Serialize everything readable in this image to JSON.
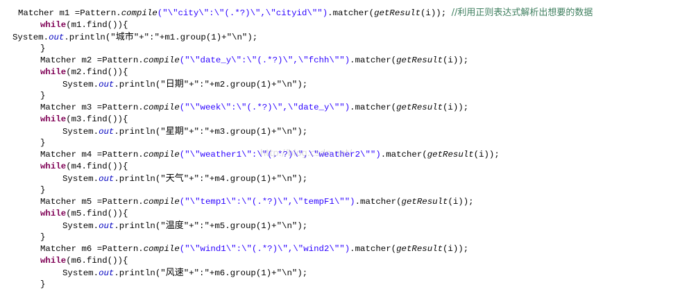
{
  "code": {
    "line1": {
      "a": "Matcher m1 =Pattern.",
      "method": "compile",
      "str": "(\"\\\"city\\\":\\\"(.*?)\\\",\\\"cityid\\\"\")",
      "b": ".matcher(",
      "call": "getResult",
      "c": "(i)); ",
      "comment": "//利用正则表达式解析出想要的数据"
    },
    "line2": {
      "kw": "while",
      "rest": "(m1.find()){"
    },
    "line3": {
      "a": "System.",
      "field": "out",
      "b": ".println(\"",
      "cn": "城市",
      "c": "\"+\":\"+m1.group(1)+\"\\n\");"
    },
    "close1": "}",
    "line5": {
      "a": "Matcher m2 =Pattern.",
      "method": "compile",
      "str": "(\"\\\"date_y\\\":\\\"(.*?)\\\",\\\"fchh\\\"\")",
      "b": ".matcher(",
      "call": "getResult",
      "c": "(i));"
    },
    "line6": {
      "kw": "while",
      "rest": "(m2.find()){"
    },
    "line7": {
      "a": "System.",
      "field": "out",
      "b": ".println(\"",
      "cn": "日期",
      "c": "\"+\":\"+m2.group(1)+\"\\n\");"
    },
    "close2": "}",
    "line9": {
      "a": "Matcher m3 =Pattern.",
      "method": "compile",
      "str": "(\"\\\"week\\\":\\\"(.*?)\\\",\\\"date_y\\\"\")",
      "b": ".matcher(",
      "call": "getResult",
      "c": "(i));"
    },
    "line10": {
      "kw": "while",
      "rest": "(m3.find()){"
    },
    "line11": {
      "a": "System.",
      "field": "out",
      "b": ".println(\"",
      "cn": "星期",
      "c": "\"+\":\"+m3.group(1)+\"\\n\");"
    },
    "close3": "}",
    "line13": {
      "a": "Matcher m4 =Pattern.",
      "method": "compile",
      "str": "(\"\\\"weather1\\\":\\\"(.*?)\\\",\\\"weather2\\\"\")",
      "b": ".matcher(",
      "call": "getResult",
      "c": "(i));"
    },
    "line14": {
      "kw": "while",
      "rest": "(m4.find()){"
    },
    "line15": {
      "a": "System.",
      "field": "out",
      "b": ".println(\"",
      "cn": "天气",
      "c": "\"+\":\"+m4.group(1)+\"\\n\");"
    },
    "close4": "}",
    "line17": {
      "a": "Matcher m5 =Pattern.",
      "method": "compile",
      "str": "(\"\\\"temp1\\\":\\\"(.*?)\\\",\\\"tempF1\\\"\")",
      "b": ".matcher(",
      "call": "getResult",
      "c": "(i));"
    },
    "line18": {
      "kw": "while",
      "rest": "(m5.find()){"
    },
    "line19": {
      "a": "System.",
      "field": "out",
      "b": ".println(\"",
      "cn": "温度",
      "c": "\"+\":\"+m5.group(1)+\"\\n\");"
    },
    "close5": "}",
    "line21": {
      "a": "Matcher m6 =Pattern.",
      "method": "compile",
      "str": "(\"\\\"wind1\\\":\\\"(.*?)\\\",\\\"wind2\\\"\")",
      "b": ".matcher(",
      "call": "getResult",
      "c": "(i));"
    },
    "line22": {
      "kw": "while",
      "rest": "(m6.find()){"
    },
    "line23": {
      "a": "System.",
      "field": "out",
      "b": ".println(\"",
      "cn": "风速",
      "c": "\"+\":\"+m6.group(1)+\"\\n\");"
    },
    "close6": "}"
  },
  "watermark": "http://blog.csdn.net/",
  "colors": {
    "keyword": "#7f0055",
    "string": "#2a00ff",
    "comment": "#3f7f5f",
    "field": "#0000c0"
  }
}
